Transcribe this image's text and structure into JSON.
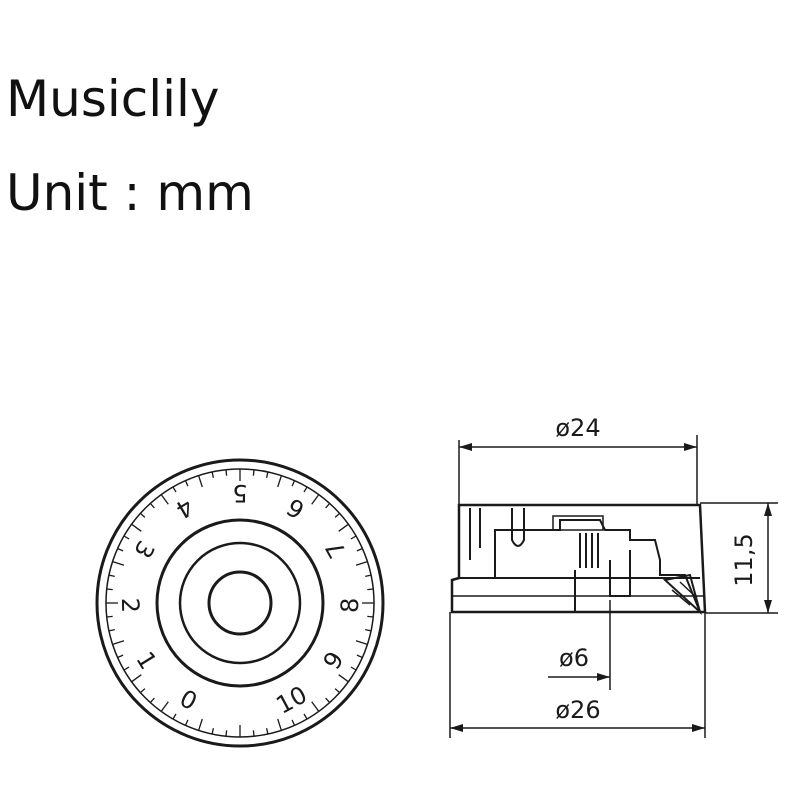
{
  "header": {
    "brand": "Musiclily",
    "unit_label": "Unit : mm"
  },
  "front_view": {
    "dial_numbers": [
      "0",
      "1",
      "2",
      "3",
      "4",
      "5",
      "6",
      "7",
      "8",
      "9",
      "10"
    ]
  },
  "side_view": {
    "dimensions": {
      "top_diameter": "ø24",
      "height": "11,5",
      "shaft_diameter": "ø6",
      "base_diameter": "ø26"
    }
  },
  "colors": {
    "ink": "#1a1a1a",
    "background": "#ffffff"
  }
}
